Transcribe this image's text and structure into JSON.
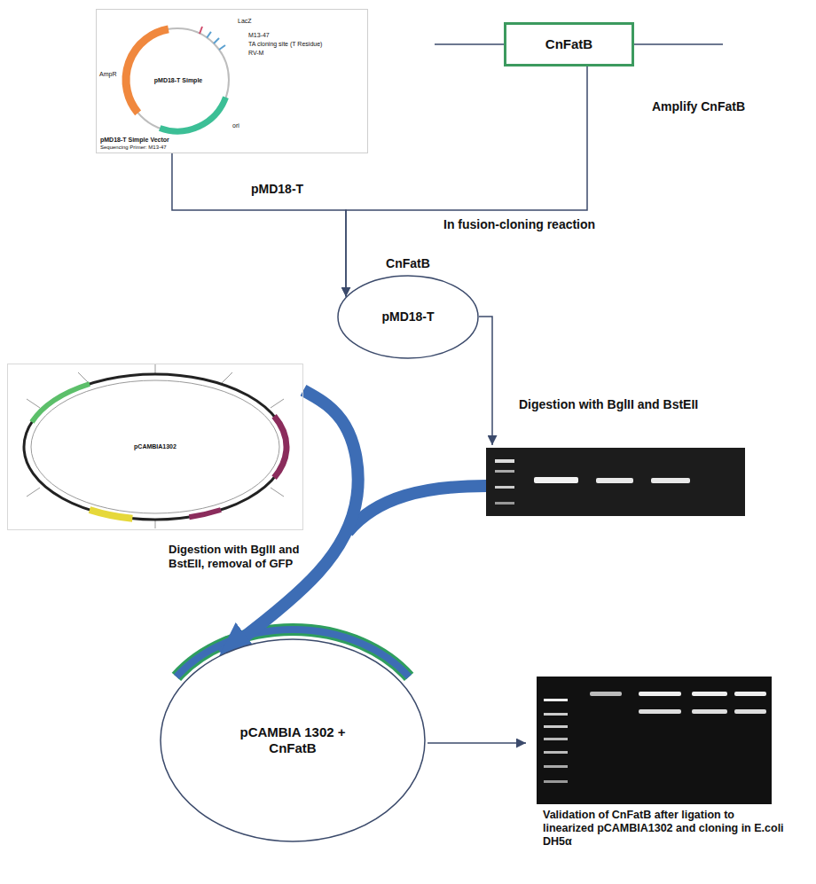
{
  "diagram": {
    "nodes": [
      {
        "text": [
          "pMD18-T Simple"
        ]
      },
      {
        "text": [
          "CnFatB"
        ]
      },
      {
        "text": [
          "CnFatB",
          "pMD18-T"
        ]
      },
      {
        "text": [
          "pCAMBIA1302"
        ]
      },
      {
        "text": [
          "pCAMBIA 1302 + CnFatB"
        ]
      }
    ],
    "edges": [
      {
        "from": 0,
        "to": 2,
        "arrow": "to"
      },
      {
        "from": 1,
        "to": 2,
        "arrow": "to"
      },
      {
        "from": 3,
        "to": 4,
        "arrow": "to"
      }
    ],
    "labels": [
      "AmpR",
      "LacZ",
      "M13-47",
      "TA cloning site (T Residue)",
      "RV-M",
      "ori",
      "pMD18-T Simple Vector",
      "Sequencing Primer: M13-47",
      "Amplify CnFatB",
      "pMD18-T",
      "In fusion-cloning reaction",
      "Digestion with BglII and BstEII",
      "Digestion with BglII and BstEII, removal of GFP",
      "Validation of CnFatB after ligation to linearized pCAMBIA1302 and cloning in E.coli DH5α"
    ]
  }
}
